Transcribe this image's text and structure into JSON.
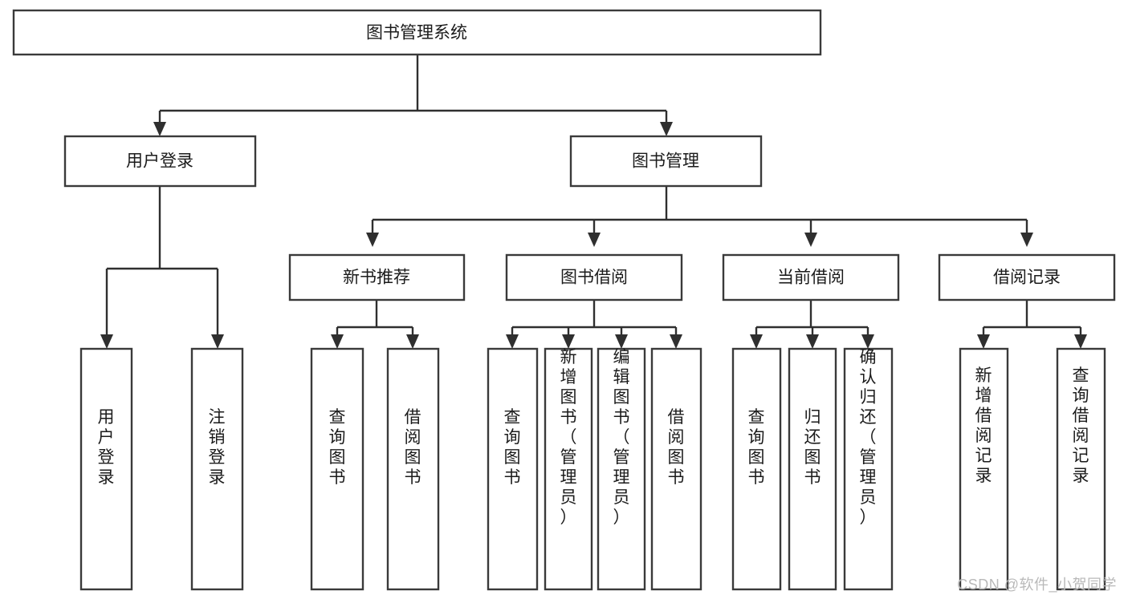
{
  "diagram": {
    "type": "tree",
    "title": "图书管理系统",
    "watermark": "CSDN @软件_小贺同学",
    "levels": {
      "root": {
        "label": "图书管理系统"
      },
      "level2": [
        {
          "label": "用户登录"
        },
        {
          "label": "图书管理"
        }
      ],
      "level3": [
        {
          "label": "新书推荐"
        },
        {
          "label": "图书借阅"
        },
        {
          "label": "当前借阅"
        },
        {
          "label": "借阅记录"
        }
      ],
      "leaves": [
        {
          "label": "用户登录",
          "parent": "用户登录"
        },
        {
          "label": "注销登录",
          "parent": "用户登录"
        },
        {
          "label": "查询图书",
          "parent": "新书推荐"
        },
        {
          "label": "借阅图书",
          "parent": "新书推荐"
        },
        {
          "label": "查询图书",
          "parent": "图书借阅"
        },
        {
          "label": "新增图书（管理员）",
          "parent": "图书借阅"
        },
        {
          "label": "编辑图书（管理员）",
          "parent": "图书借阅"
        },
        {
          "label": "借阅图书",
          "parent": "图书借阅"
        },
        {
          "label": "查询图书",
          "parent": "当前借阅"
        },
        {
          "label": "归还图书",
          "parent": "当前借阅"
        },
        {
          "label": "确认归还（管理员）",
          "parent": "当前借阅"
        },
        {
          "label": "新增借阅记录",
          "parent": "借阅记录"
        },
        {
          "label": "查询借阅记录",
          "parent": "借阅记录"
        }
      ]
    },
    "colors": {
      "box_stroke": "#3a3a3a",
      "box_fill": "#ffffff",
      "connector": "#2f2f2f",
      "text": "#1b1b1b",
      "watermark": "#b9b9b9"
    }
  }
}
